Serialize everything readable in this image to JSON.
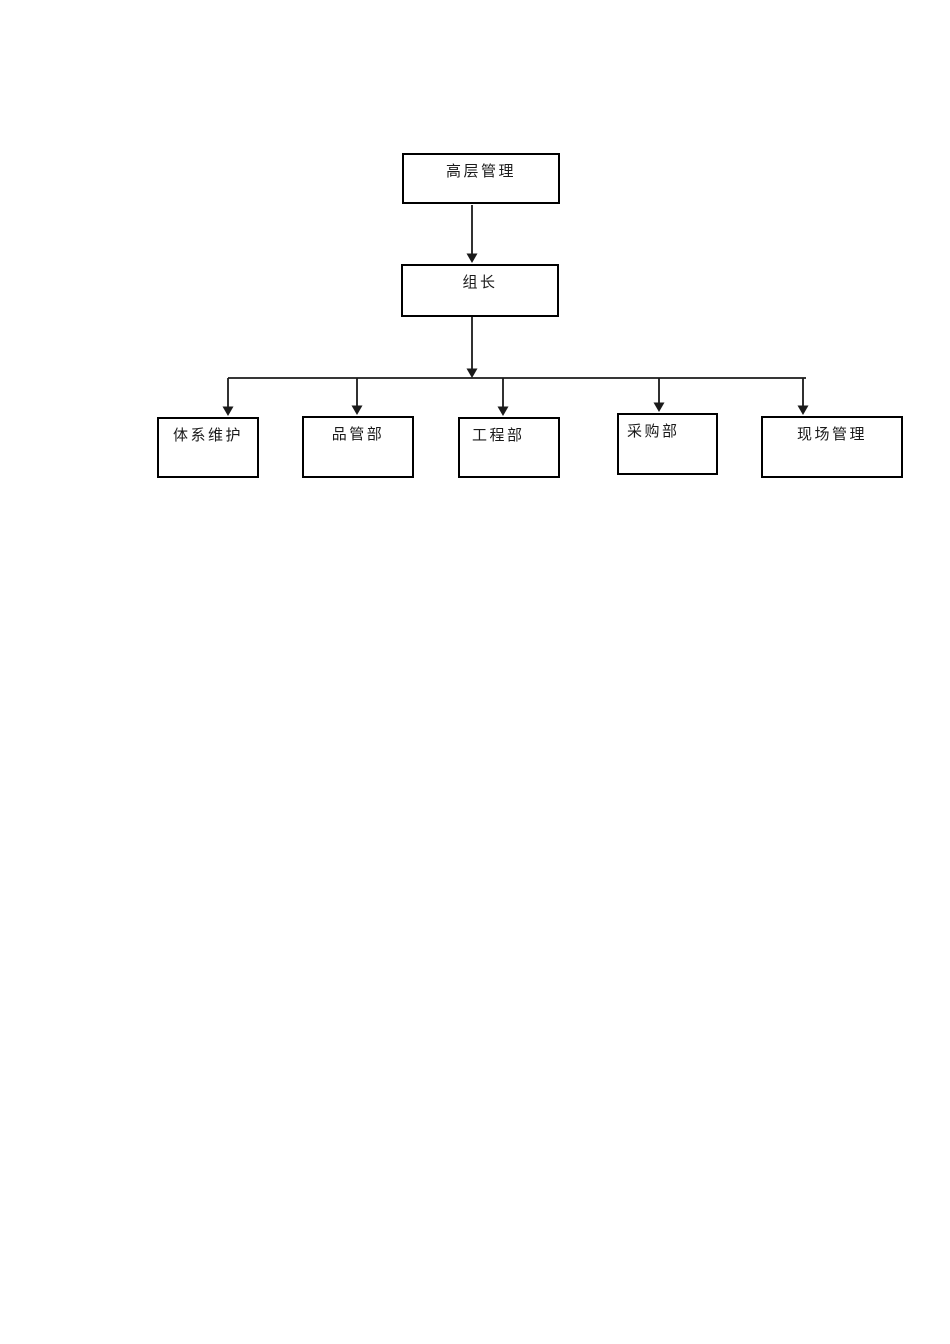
{
  "page": {
    "background_color": "#ffffff",
    "line_color": "#1a1a1a",
    "box_border_color": "#000000",
    "text_color": "#1a1a1a"
  },
  "org": {
    "type": "org-chart",
    "root": {
      "id": "top-management",
      "label": "高层管理"
    },
    "leader": {
      "id": "group-leader",
      "label": "组长",
      "parent": "top-management"
    },
    "departments": [
      {
        "id": "system-maintenance",
        "label": "体系维护",
        "parent": "group-leader"
      },
      {
        "id": "quality-control-dept",
        "label": "品管部",
        "parent": "group-leader"
      },
      {
        "id": "engineering-dept",
        "label": "工程部",
        "parent": "group-leader"
      },
      {
        "id": "procurement-dept",
        "label": "采购部",
        "parent": "group-leader"
      },
      {
        "id": "site-management",
        "label": "现场管理",
        "parent": "group-leader"
      }
    ]
  }
}
